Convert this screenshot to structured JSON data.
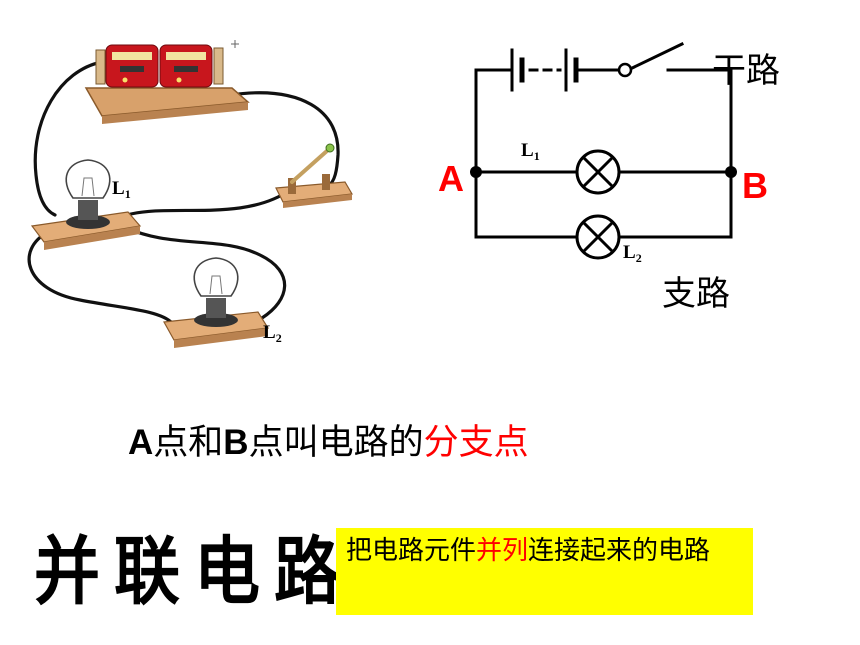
{
  "photo_labels": {
    "l1_letter": "L",
    "l1_sub": "1",
    "l2_letter": "L",
    "l2_sub": "2"
  },
  "schematic": {
    "node_a": "A",
    "node_b": "B",
    "l1_letter": "L",
    "l1_sub": "1",
    "l2_letter": "L",
    "l2_sub": "2",
    "trunk_label": "干路",
    "branch_label": "支路"
  },
  "sentence": {
    "a_letter": "A",
    "point_1": "点和",
    "b_letter": "B",
    "point_2": "点叫电路的",
    "highlight": "分支点"
  },
  "title": "并联电路",
  "definition": {
    "part_1": "把电路元件",
    "highlight": "并列",
    "part_2": "连接起来的电路"
  },
  "colors": {
    "accent_red": "#ff0000",
    "box_yellow": "#ffff00",
    "battery_red": "#c8161d",
    "wood": "#e8b07a"
  }
}
